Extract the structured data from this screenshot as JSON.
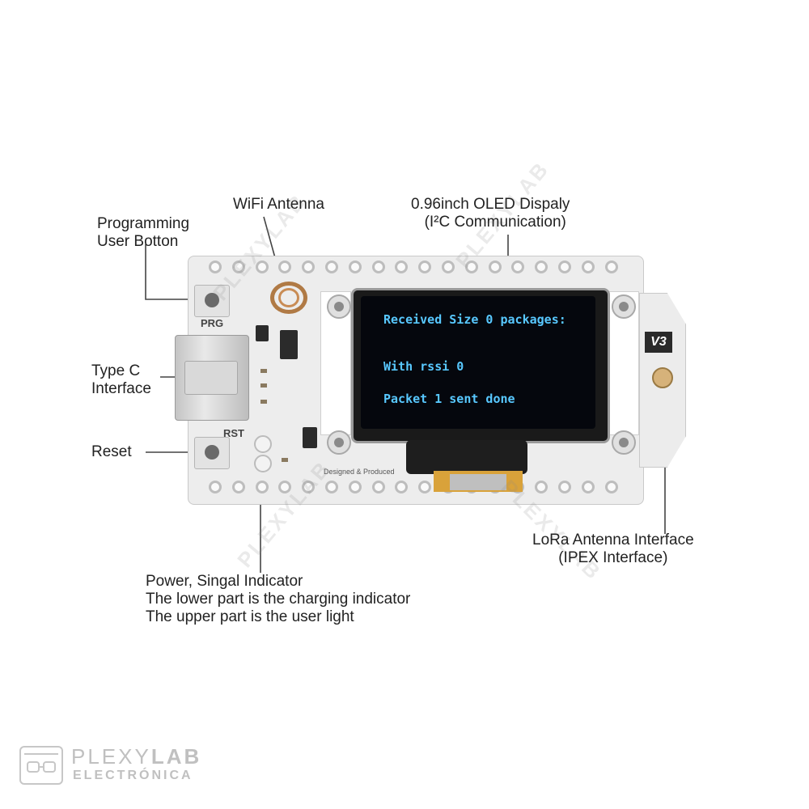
{
  "labels": {
    "wifi_antenna": "WiFi Antenna",
    "oled_line1": "0.96inch OLED Dispaly",
    "oled_line2": "(I²C Communication)",
    "prog_line1": "Programming",
    "prog_line2": "User Botton",
    "typec_line1": "Type C",
    "typec_line2": "Interface",
    "reset": "Reset",
    "lora_line1": "LoRa Antenna Interface",
    "lora_line2": "(IPEX Interface)",
    "power_line1": "Power, Singal Indicator",
    "power_line2": "The lower part is the charging indicator",
    "power_line3": "The upper part is the user light"
  },
  "board": {
    "prg": "PRG",
    "rst": "RST",
    "version": "V3",
    "credit": "Designed & Produced"
  },
  "oled": {
    "line1": "Received Size 0 packages:",
    "line2": "With rssi 0",
    "line3": "Packet 1 sent done"
  },
  "watermark": {
    "text": "PLEXYLAB",
    "brand_first": "PLEXY",
    "brand_second": "LAB",
    "brand_sub": "ELECTRÓNICA"
  },
  "colors": {
    "oled_text": "#58c8ff",
    "board": "#ededed",
    "leader": "#444444"
  }
}
